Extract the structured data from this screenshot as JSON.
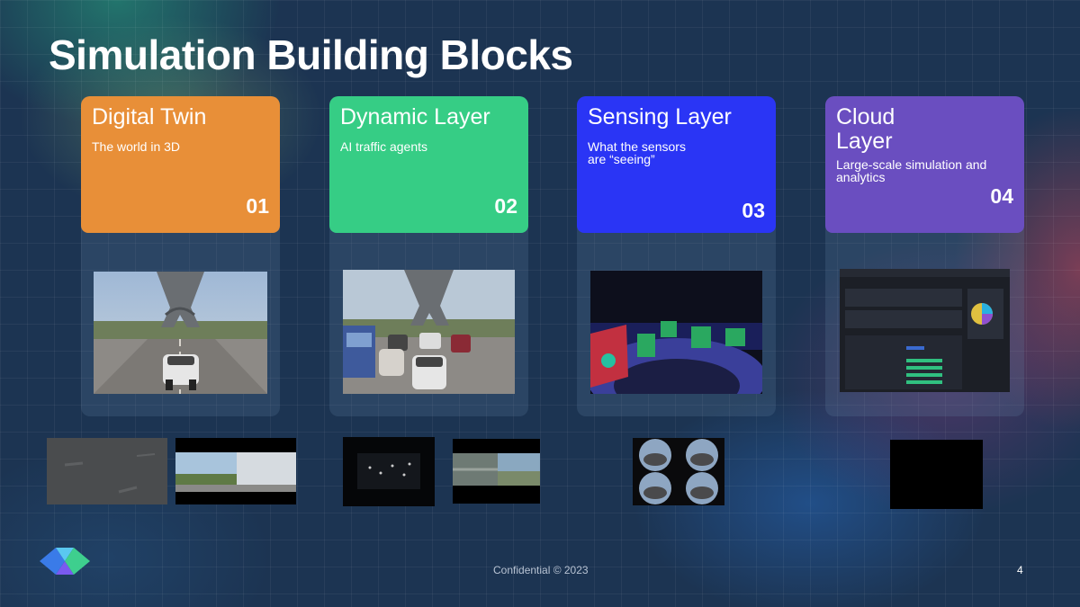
{
  "slide": {
    "title": "Simulation Building Blocks",
    "footer": "Confidential © 2023",
    "page_number": "4"
  },
  "cards": [
    {
      "title": "Digital Twin",
      "subtitle": "The world in 3D",
      "number": "01",
      "color": "#e88f38",
      "image": "eiffel-tower-street-scene"
    },
    {
      "title": "Dynamic Layer",
      "subtitle": "AI traffic agents",
      "number": "02",
      "color": "#36cd85",
      "image": "eiffel-tower-traffic-scene"
    },
    {
      "title": "Sensing Layer",
      "subtitle": "What the sensors are “seeing”",
      "number": "03",
      "color": "#2a35f5",
      "image": "lidar-point-cloud"
    },
    {
      "title": "Cloud Layer",
      "subtitle": "Large-scale simulation and analytics",
      "number": "04",
      "color": "#6a4ec0",
      "image": "analytics-dashboard"
    }
  ],
  "colors": {
    "background": "#1c3452",
    "card_panel": "rgba(100,130,165,0.22)"
  },
  "thumbnails": [
    "road-grey-texture",
    "roadside-palms-screenshot",
    "dark-dashboard-dots",
    "aerial-street-view",
    "fisheye-camera-grid",
    "black-video-frame"
  ],
  "logo": "company-logo-icon"
}
